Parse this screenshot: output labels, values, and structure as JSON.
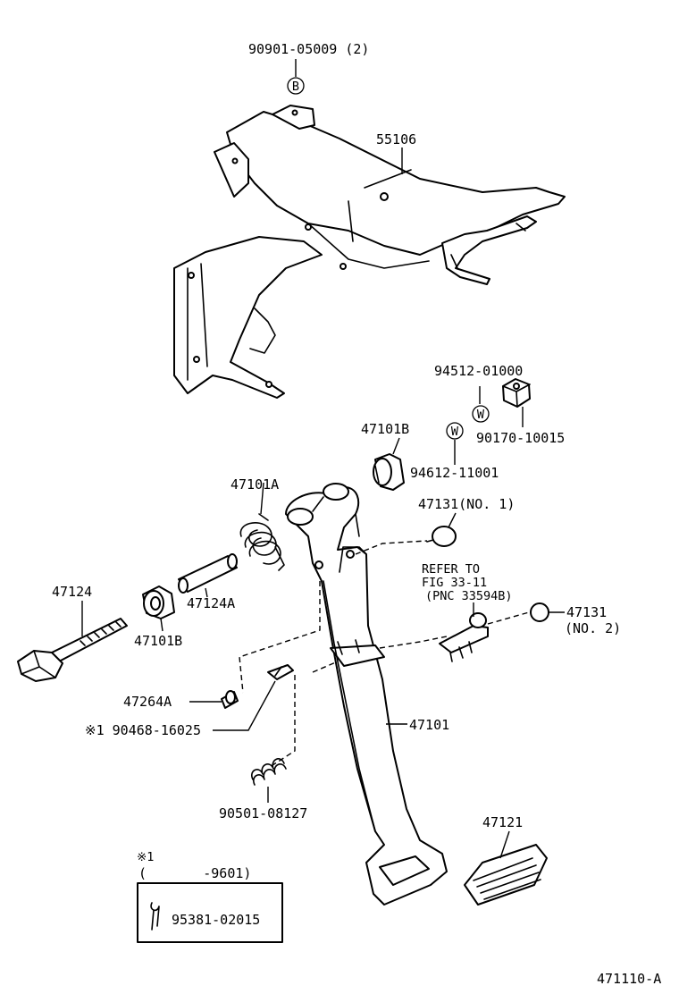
{
  "figure_id": "471110-A",
  "labels": {
    "bolt_b": "90901-05009 (2)",
    "bolt_b_marker": "B",
    "bracket": "55106",
    "washer_w1": "94512-01000",
    "washer_w1_marker": "W",
    "nut": "90170-10015",
    "bushing_upper": "47101B",
    "washer_w2_marker": "W",
    "washer_w2": "94612-11001",
    "spring": "47101A",
    "stopper_1": "47131(NO. 1)",
    "refer_line1": "REFER TO",
    "refer_line2": "FIG 33-11",
    "refer_line3": "(PNC 33594B)",
    "stopper_2a": "47131",
    "stopper_2b": "(NO. 2)",
    "bolt_pivot": "47124",
    "collar": "47124A",
    "bushing_lower": "47101B",
    "pin": "47264A",
    "clip": "※1 90468-16025",
    "pedal": "47101",
    "return_spring": "90501-08127",
    "pedal_pad": "47121",
    "note_mark": "※1",
    "note_range": "(       -9601)",
    "note_part": "95381-02015"
  }
}
